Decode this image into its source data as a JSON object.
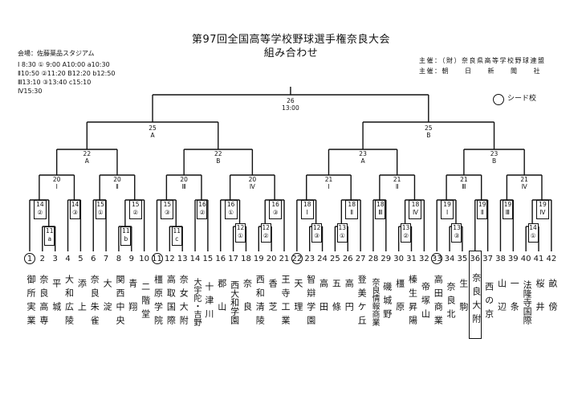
{
  "header": {
    "title": "第97回全国高等学校野球選手権奈良大会",
    "subtitle": "組み合わせ",
    "venue": "会場：佐藤薬品スタジアム",
    "schedule": [
      "Ⅰ 8:30 ① 9:00 A10:00 a10:30",
      "Ⅱ10:50 ②11:20 B12:20 b12:50",
      "Ⅲ13:10 ③13:40     c15:10",
      "Ⅳ15:30"
    ],
    "organizer1": "主催：（財）奈良県高等学校野球連盟",
    "organizer2": "主催：朝　　日　　新　　聞　　社",
    "legend": "シード校"
  },
  "final": {
    "round": "26",
    "time": "13:00"
  },
  "semis": [
    {
      "round": "25",
      "slot": "A"
    },
    {
      "round": "25",
      "slot": "B"
    }
  ],
  "quarters": [
    {
      "round": "22",
      "slot": "A"
    },
    {
      "round": "22",
      "slot": "B"
    },
    {
      "round": "23",
      "slot": "A"
    },
    {
      "round": "23",
      "slot": "B"
    }
  ],
  "r16": [
    {
      "round": "20",
      "slot": "Ⅰ"
    },
    {
      "round": "20",
      "slot": "Ⅱ"
    },
    {
      "round": "20",
      "slot": "Ⅲ"
    },
    {
      "round": "20",
      "slot": "Ⅳ"
    },
    {
      "round": "21",
      "slot": "Ⅰ"
    },
    {
      "round": "21",
      "slot": "Ⅱ"
    },
    {
      "round": "21",
      "slot": "Ⅲ"
    },
    {
      "round": "21",
      "slot": "Ⅳ"
    }
  ],
  "r32": [
    {
      "round": "14",
      "slot": "②"
    },
    {
      "round": "14",
      "slot": "③"
    },
    {
      "round": "15",
      "slot": "①"
    },
    {
      "round": "15",
      "slot": "②"
    },
    {
      "round": "15",
      "slot": "③"
    },
    {
      "round": "16",
      "slot": "②"
    },
    {
      "round": "16",
      "slot": "①"
    },
    {
      "round": "16",
      "slot": "③"
    },
    {
      "round": "18",
      "slot": "Ⅰ"
    },
    {
      "round": "18",
      "slot": "Ⅱ"
    },
    {
      "round": "18",
      "slot": "Ⅲ"
    },
    {
      "round": "18",
      "slot": "Ⅳ"
    },
    {
      "round": "19",
      "slot": "Ⅰ"
    },
    {
      "round": "19",
      "slot": "Ⅱ"
    },
    {
      "round": "19",
      "slot": "Ⅲ"
    },
    {
      "round": "19",
      "slot": "Ⅳ"
    }
  ],
  "r64": [
    {
      "round": "11",
      "slot": "a"
    },
    {
      "round": "11",
      "slot": "b"
    },
    {
      "round": "11",
      "slot": "c"
    },
    {
      "round": "12",
      "slot": "①"
    },
    {
      "round": "12",
      "slot": "②"
    },
    {
      "round": "12",
      "slot": "③"
    },
    {
      "round": "13",
      "slot": "①"
    },
    {
      "round": "13",
      "slot": "②"
    },
    {
      "round": "13",
      "slot": "③"
    },
    {
      "round": "14",
      "slot": "①"
    }
  ],
  "teams": [
    {
      "no": "1",
      "name": "御所実業",
      "seed": true
    },
    {
      "no": "2",
      "name": "奈良高専"
    },
    {
      "no": "3",
      "name": "平城"
    },
    {
      "no": "4",
      "name": "大和広陵"
    },
    {
      "no": "5",
      "name": "添上"
    },
    {
      "no": "6",
      "name": "奈良朱雀"
    },
    {
      "no": "7",
      "name": "大淀"
    },
    {
      "no": "8",
      "name": "関西中央"
    },
    {
      "no": "9",
      "name": "青翔"
    },
    {
      "no": "10",
      "name": "二階堂"
    },
    {
      "no": "11",
      "name": "橿原学院",
      "seed": true
    },
    {
      "no": "12",
      "name": "高取国際"
    },
    {
      "no": "13",
      "name": "奈女大附"
    },
    {
      "no": "14",
      "name": "大宇陀・吉野"
    },
    {
      "no": "15",
      "name": "十津川"
    },
    {
      "no": "16",
      "name": "郡山"
    },
    {
      "no": "17",
      "name": "西大和学園"
    },
    {
      "no": "18",
      "name": "奈良"
    },
    {
      "no": "19",
      "name": "西和清陵"
    },
    {
      "no": "20",
      "name": "香芝"
    },
    {
      "no": "21",
      "name": "王寺工業"
    },
    {
      "no": "22",
      "name": "天理",
      "seed": true
    },
    {
      "no": "23",
      "name": "智辯学園"
    },
    {
      "no": "24",
      "name": "高田"
    },
    {
      "no": "25",
      "name": "五條"
    },
    {
      "no": "26",
      "name": "高円"
    },
    {
      "no": "27",
      "name": "登美ケ丘"
    },
    {
      "no": "28",
      "name": "奈良情報商業"
    },
    {
      "no": "29",
      "name": "磯城野"
    },
    {
      "no": "30",
      "name": "橿原"
    },
    {
      "no": "31",
      "name": "榛生昇陽"
    },
    {
      "no": "32",
      "name": "帝塚山"
    },
    {
      "no": "33",
      "name": "高田商業",
      "seed": true
    },
    {
      "no": "34",
      "name": "奈良北"
    },
    {
      "no": "35",
      "name": "生駒"
    },
    {
      "no": "36",
      "name": "奈良大附",
      "boxed": true
    },
    {
      "no": "37",
      "name": "西の京"
    },
    {
      "no": "38",
      "name": "山辺"
    },
    {
      "no": "39",
      "name": "一条"
    },
    {
      "no": "40",
      "name": "法隆寺国際"
    },
    {
      "no": "41",
      "name": "桜井"
    },
    {
      "no": "42",
      "name": "畝傍"
    }
  ]
}
